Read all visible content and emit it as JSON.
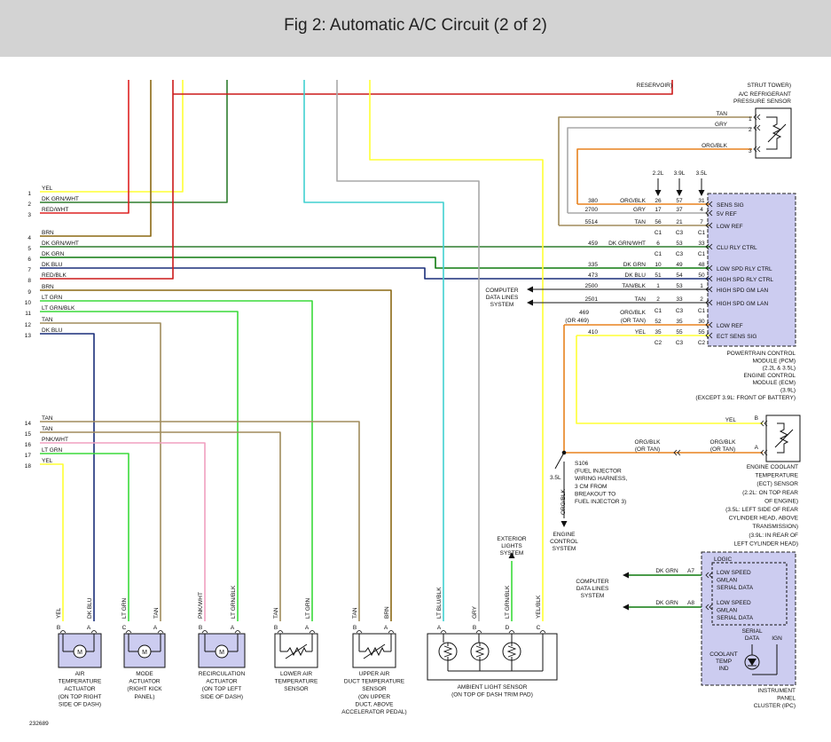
{
  "header": {
    "title": "Fig 2: Automatic A/C Circuit (2 of 2)"
  },
  "colors": {
    "yel": "#ffff33",
    "dkgrnwht": "#2e7d2e",
    "redwht": "#dd2222",
    "brn": "#8b6914",
    "dkgrn": "#0f7a0f",
    "dkblu": "#1a2e7a",
    "redblk": "#cc1a1a",
    "ltgrn": "#3ada3a",
    "tan": "#a08c5c",
    "pnkwht": "#f0a0c0",
    "ltblublk": "#40d0d0",
    "gry": "#a8a8a8",
    "orgblk": "#e8821e",
    "module": "#ccccf0"
  },
  "top_labels": {
    "reservoir": "RESERVOIR)",
    "strut_tower": "STRUT TOWER)",
    "pressure_sensor": [
      "A/C REFRIGERANT",
      "PRESSURE SENSOR"
    ]
  },
  "left_wires": [
    {
      "n": "1",
      "color": "YEL"
    },
    {
      "n": "2",
      "color": "DK GRN/WHT"
    },
    {
      "n": "3",
      "color": "RED/WHT"
    },
    {
      "n": "4",
      "color": "BRN"
    },
    {
      "n": "5",
      "color": "DK GRN/WHT"
    },
    {
      "n": "6",
      "color": "DK GRN"
    },
    {
      "n": "7",
      "color": "DK BLU"
    },
    {
      "n": "8",
      "color": "RED/BLK"
    },
    {
      "n": "9",
      "color": "BRN"
    },
    {
      "n": "10",
      "color": "LT GRN"
    },
    {
      "n": "11",
      "color": "LT GRN/BLK"
    },
    {
      "n": "12",
      "color": "TAN"
    },
    {
      "n": "13",
      "color": "DK BLU"
    },
    {
      "n": "14",
      "color": "TAN"
    },
    {
      "n": "15",
      "color": "TAN"
    },
    {
      "n": "16",
      "color": "PNK/WHT"
    },
    {
      "n": "17",
      "color": "LT GRN"
    },
    {
      "n": "18",
      "color": "YEL"
    }
  ],
  "pressure_wires": [
    {
      "color": "TAN",
      "pin": "1"
    },
    {
      "color": "GRY",
      "pin": "2"
    },
    {
      "color": "ORG/BLK",
      "pin": "3"
    }
  ],
  "pcm": {
    "engines": [
      "2.2L",
      "3.9L",
      "3.5L"
    ],
    "rows": [
      {
        "circuit": "380",
        "color": "ORG/BLK",
        "p1": "26",
        "p2": "57",
        "p3": "31",
        "pin": "SENS SIG"
      },
      {
        "circuit": "2700",
        "color": "GRY",
        "p1": "17",
        "p2": "37",
        "p3": "4",
        "pin": "5V REF"
      },
      {
        "circuit": "5514",
        "color": "TAN",
        "p1": "56",
        "p2": "21",
        "p3": "7",
        "pin": "LOW REF"
      },
      {
        "circuit": "459",
        "color": "DK GRN/WHT",
        "p1": "6",
        "p2": "53",
        "p3": "33",
        "pin": "CLU RLY CTRL"
      },
      {
        "circuit": "335",
        "color": "DK GRN",
        "p1": "10",
        "p2": "49",
        "p3": "48",
        "pin": "LOW SPD RLY CTRL"
      },
      {
        "circuit": "473",
        "color": "DK BLU",
        "p1": "51",
        "p2": "54",
        "p3": "50",
        "pin": "HIGH SPD RLY CTRL"
      },
      {
        "circuit": "2500",
        "color": "TAN/BLK",
        "p1": "1",
        "p2": "53",
        "p3": "1",
        "pin": "HIGH SPD GM LAN"
      },
      {
        "circuit": "2501",
        "color": "TAN",
        "p1": "2",
        "p2": "33",
        "p3": "2",
        "pin": "HIGH SPD GM LAN"
      },
      {
        "circuit": "469",
        "circuit2": "(OR 469)",
        "color": "ORG/BLK",
        "color2": "(OR TAN)",
        "p1": "52",
        "p2": "35",
        "p3": "30",
        "pin": "LOW REF"
      },
      {
        "circuit": "410",
        "color": "YEL",
        "p1": "35",
        "p2": "55",
        "p3": "55",
        "pin": "ECT SENS SIG"
      }
    ],
    "conn_c1": "C1",
    "conn_c2": "C2",
    "conn_c3": "C3",
    "title": [
      "POWERTRAIN CONTROL",
      "MODULE (PCM)",
      "(2.2L & 3.5L)",
      "ENGINE CONTROL",
      "MODULE (ECM)",
      "(3.9L)",
      "(EXCEPT 3.9L: FRONT OF BATTERY)"
    ]
  },
  "computer_data_lines": [
    "COMPUTER",
    "DATA LINES",
    "SYSTEM"
  ],
  "ect": {
    "wire_b": "YEL",
    "pin_b": "B",
    "pin_a": "A",
    "wire_left": [
      "ORG/BLK",
      "(OR TAN)"
    ],
    "wire_right": [
      "ORG/BLK",
      "(OR TAN)"
    ],
    "title": [
      "ENGINE COOLANT",
      "TEMPERATURE",
      "(ECT) SENSOR",
      "(2.2L: ON TOP REAR",
      "OF ENGINE)",
      "(3.5L: LEFT SIDE OF REAR",
      "CYLINDER HEAD, ABOVE",
      "TRANSMISSION)",
      "(3.9L: IN REAR OF",
      "LEFT CYLINDER HEAD)"
    ]
  },
  "splice": {
    "engine": "3.5L",
    "text": [
      "S106",
      "(FUEL INJECTOR",
      "WIRING HARNESS,",
      "3 CM FROM",
      "BREAKOUT TO",
      "FUEL INJECTOR 3)"
    ],
    "wire": "ORG/BLK",
    "dest": [
      "ENGINE",
      "CONTROL",
      "SYSTEM"
    ]
  },
  "exterior_lights": {
    "text": [
      "EXTERIOR",
      "LIGHTS",
      "SYSTEM"
    ],
    "wire": "LT GRN/BLK"
  },
  "ipc": {
    "logic": "LOGIC",
    "gmlan1": [
      "LOW SPEED",
      "GMLAN",
      "SERIAL DATA"
    ],
    "gmlan2": [
      "LOW SPEED",
      "GMLAN",
      "SERIAL DATA"
    ],
    "serial": [
      "SERIAL",
      "DATA"
    ],
    "ign": "IGN",
    "coolant": [
      "COOLANT",
      "TEMP",
      "IND"
    ],
    "wire_a7": {
      "color": "DK GRN",
      "pin": "A7"
    },
    "wire_a8": {
      "color": "DK GRN",
      "pin": "A8"
    },
    "cdl": [
      "COMPUTER",
      "DATA LINES",
      "SYSTEM"
    ],
    "title": [
      "INSTRUMENT",
      "PANEL",
      "CLUSTER (IPC)"
    ]
  },
  "components": [
    {
      "wires": [
        "YEL",
        "DK BLU"
      ],
      "pins": [
        "B",
        "A"
      ],
      "title": [
        "AIR",
        "TEMPERATURE",
        "ACTUATOR",
        "(ON TOP RIGHT",
        "SIDE OF DASH)"
      ]
    },
    {
      "wires": [
        "LT GRN",
        "TAN"
      ],
      "pins": [
        "C",
        "A"
      ],
      "title": [
        "MODE",
        "ACTUATOR",
        "(RIGHT KICK",
        "PANEL)"
      ]
    },
    {
      "wires": [
        "PNK/WHT",
        "LT GRN/BLK"
      ],
      "pins": [
        "B",
        "A"
      ],
      "title": [
        "RECIRCULATION",
        "ACTUATOR",
        "(ON TOP LEFT",
        "SIDE OF DASH)"
      ]
    },
    {
      "wires": [
        "TAN",
        "LT GRN"
      ],
      "pins": [
        "B",
        "A"
      ],
      "title": [
        "LOWER AIR",
        "TEMPERATURE",
        "SENSOR"
      ]
    },
    {
      "wires": [
        "TAN",
        "BRN"
      ],
      "pins": [
        "B",
        "A"
      ],
      "title": [
        "UPPER AIR",
        "DUCT TEMPERATURE",
        "SENSOR",
        "(ON UPPER",
        "DUCT, ABOVE",
        "ACCELERATOR PEDAL)"
      ]
    }
  ],
  "ambient": {
    "wires": [
      "LT BLU/BLK",
      "GRY",
      "LT GRN/BLK",
      "YEL/BLK"
    ],
    "pins": [
      "A",
      "B",
      "D",
      "C"
    ],
    "title": [
      "AMBIENT LIGHT SENSOR",
      "(ON TOP OF DASH TRIM PAD)"
    ]
  },
  "motor_symbol": "M",
  "figure_id": "232689"
}
